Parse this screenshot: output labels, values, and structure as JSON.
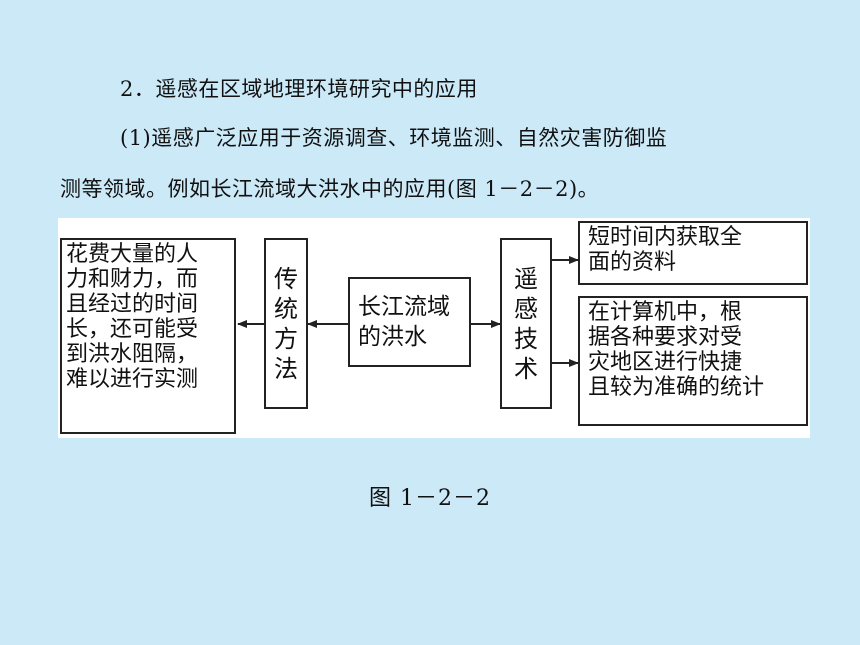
{
  "text": {
    "heading": "2．遥感在区域地理环境研究中的应用",
    "para_line1": "(1)遥感广泛应用于资源调查、环境监测、自然灾害防御监",
    "para_line2": "测等领域。例如长江流域大洪水中的应用(图 1－2－2)。"
  },
  "diagram": {
    "left_box": "花费大量的人\n力和财力，而\n且经过的时间\n长，还可能受\n到洪水阻隔，\n难以进行实测",
    "traditional": "传\n统\n方\n法",
    "center": "长江流域\n的洪水",
    "remote": "遥\n感\n技\n术",
    "right_top": "短时间内获取全\n面的资料",
    "right_bottom": "在计算机中，根\n据各种要求对受\n灾地区进行快捷\n且较为准确的统计"
  },
  "caption": "图 1－2－2"
}
